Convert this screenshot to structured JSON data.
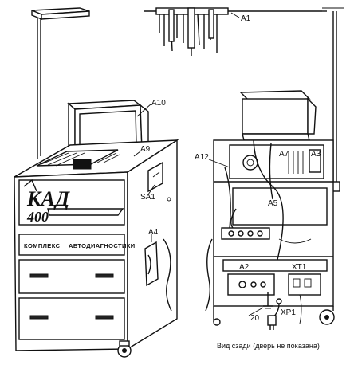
{
  "callouts": {
    "a1": "A1",
    "a10": "A10",
    "a9": "A9",
    "a12": "A12",
    "a7": "A7",
    "a3": "A3",
    "sa1": "SA1",
    "a5": "A5",
    "a4": "A4",
    "a2": "A2",
    "xt1": "XT1",
    "xp1": "XP1",
    "n20": "20"
  },
  "front_panel": {
    "logo_line1": "КАД",
    "logo_line2": "400",
    "caption_left": "КОМПЛЕКС",
    "caption_right": "АВТОДИАГНОСТИКИ"
  },
  "rear_view_caption": "Вид сзади (дверь не показана)"
}
